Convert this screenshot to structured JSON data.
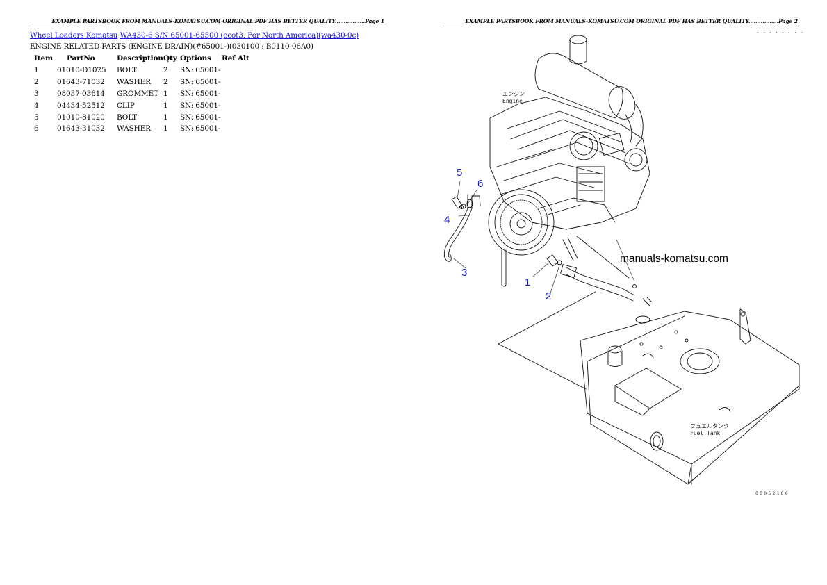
{
  "page1": {
    "header": "EXAMPLE PARTSBOOK FROM MANUALS-KOMATSU.COM ORIGINAL PDF HAS BETTER QUALITY.................Page 1",
    "breadcrumb": [
      {
        "label": "Wheel Loaders Komatsu"
      },
      {
        "label": "WA430-6 S/N 65001-65500 (ecot3, For North America)(wa430-0c)"
      }
    ],
    "subtitle": "ENGINE RELATED PARTS (ENGINE DRAIN)(#65001-)(030100 : B0110-06A0)",
    "table": {
      "columns": [
        "Item",
        "PartNo",
        "Description",
        "Qty",
        "Options",
        "Ref Alt"
      ],
      "rows": [
        {
          "item": "1",
          "part_no": "01010-D1025",
          "description": "BOLT",
          "qty": "2",
          "options": "SN: 65001-",
          "ref_alt": ""
        },
        {
          "item": "2",
          "part_no": "01643-71032",
          "description": "WASHER",
          "qty": "2",
          "options": "SN: 65001-",
          "ref_alt": ""
        },
        {
          "item": "3",
          "part_no": "08037-03614",
          "description": "GROMMET",
          "qty": "1",
          "options": "SN: 65001-",
          "ref_alt": ""
        },
        {
          "item": "4",
          "part_no": "04434-52512",
          "description": "CLIP",
          "qty": "1",
          "options": "SN: 65001-",
          "ref_alt": ""
        },
        {
          "item": "5",
          "part_no": "01010-81020",
          "description": "BOLT",
          "qty": "1",
          "options": "SN: 65001-",
          "ref_alt": ""
        },
        {
          "item": "6",
          "part_no": "01643-31032",
          "description": "WASHER",
          "qty": "1",
          "options": "SN: 65001-",
          "ref_alt": ""
        }
      ]
    }
  },
  "page2": {
    "header": "EXAMPLE PARTSBOOK FROM MANUALS-KOMATSU.COM ORIGINAL PDF HAS BETTER QUALITY.................Page 2",
    "top_right_marks": ". . . . . . . .",
    "diagram": {
      "engine_label_jp": "エンジン",
      "engine_label": "Engine",
      "fuel_tank_label_jp": "フュエルタンク",
      "fuel_tank_label": "Fuel Tank",
      "watermark": "manuals-komatsu.com",
      "figure_id": "00052180",
      "callouts": [
        "1",
        "2",
        "3",
        "4",
        "5",
        "6"
      ],
      "callout_color": "#1515c8"
    }
  }
}
